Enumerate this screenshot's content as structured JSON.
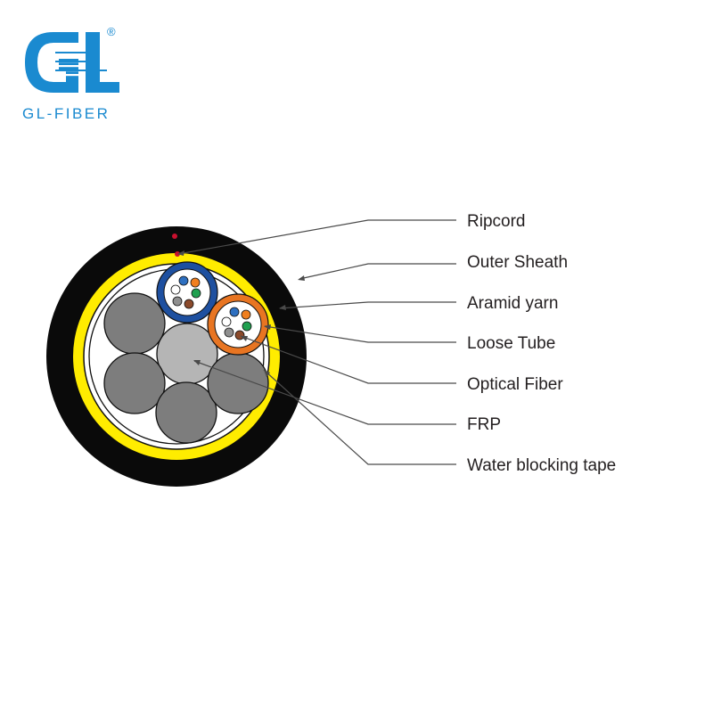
{
  "logo": {
    "brand_name": "GL-FIBER",
    "registered_mark": "®",
    "color": "#1a8ad0"
  },
  "callouts": [
    {
      "key": "ripcord",
      "label": "Ripcord"
    },
    {
      "key": "outer-sheath",
      "label": "Outer Sheath"
    },
    {
      "key": "aramid-yarn",
      "label": "Aramid yarn"
    },
    {
      "key": "loose-tube",
      "label": "Loose Tube"
    },
    {
      "key": "optical-fiber",
      "label": "Optical Fiber"
    },
    {
      "key": "frp",
      "label": "FRP"
    },
    {
      "key": "water-blocking-tape",
      "label": "Water blocking tape"
    }
  ],
  "colors": {
    "outer_sheath": "#0a0a0a",
    "aramid_yarn": "#ffec00",
    "filler_rod": "#7d7d7d",
    "frp": "#b5b5b5",
    "loose_tube_a": "#1e50a0",
    "loose_tube_b": "#e87522",
    "ripcord": "#c8102e",
    "fiber_colors": [
      "#2d6fc0",
      "#f07f1e",
      "#20a050",
      "#8b4a2b",
      "#8f8f8f",
      "#ffffff"
    ]
  }
}
